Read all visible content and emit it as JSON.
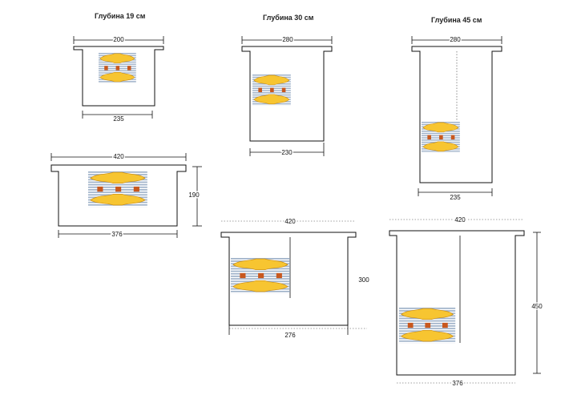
{
  "headings": {
    "depth_19": "Глубина 19 см",
    "depth_30": "Глубина 30 см",
    "depth_45": "Глубина 45 см"
  },
  "colors": {
    "heater_yellow": "#f7c531",
    "heater_outline": "#c98a10",
    "stripe_blue": "#9fb2c9",
    "bracket_orange": "#c8581e",
    "line": "#111111"
  },
  "units": [
    {
      "id": "narrow-19",
      "top": "200",
      "bottom": "235"
    },
    {
      "id": "narrow-30",
      "top": "280",
      "bottom": "230"
    },
    {
      "id": "narrow-45",
      "top": "280",
      "bottom": "235"
    },
    {
      "id": "wide-19",
      "top": "420",
      "bottom": "376",
      "height": "190"
    },
    {
      "id": "wide-30",
      "top": "420",
      "bottom": "276",
      "height": "300"
    },
    {
      "id": "wide-45",
      "top": "420",
      "bottom": "376",
      "height": "450"
    }
  ]
}
